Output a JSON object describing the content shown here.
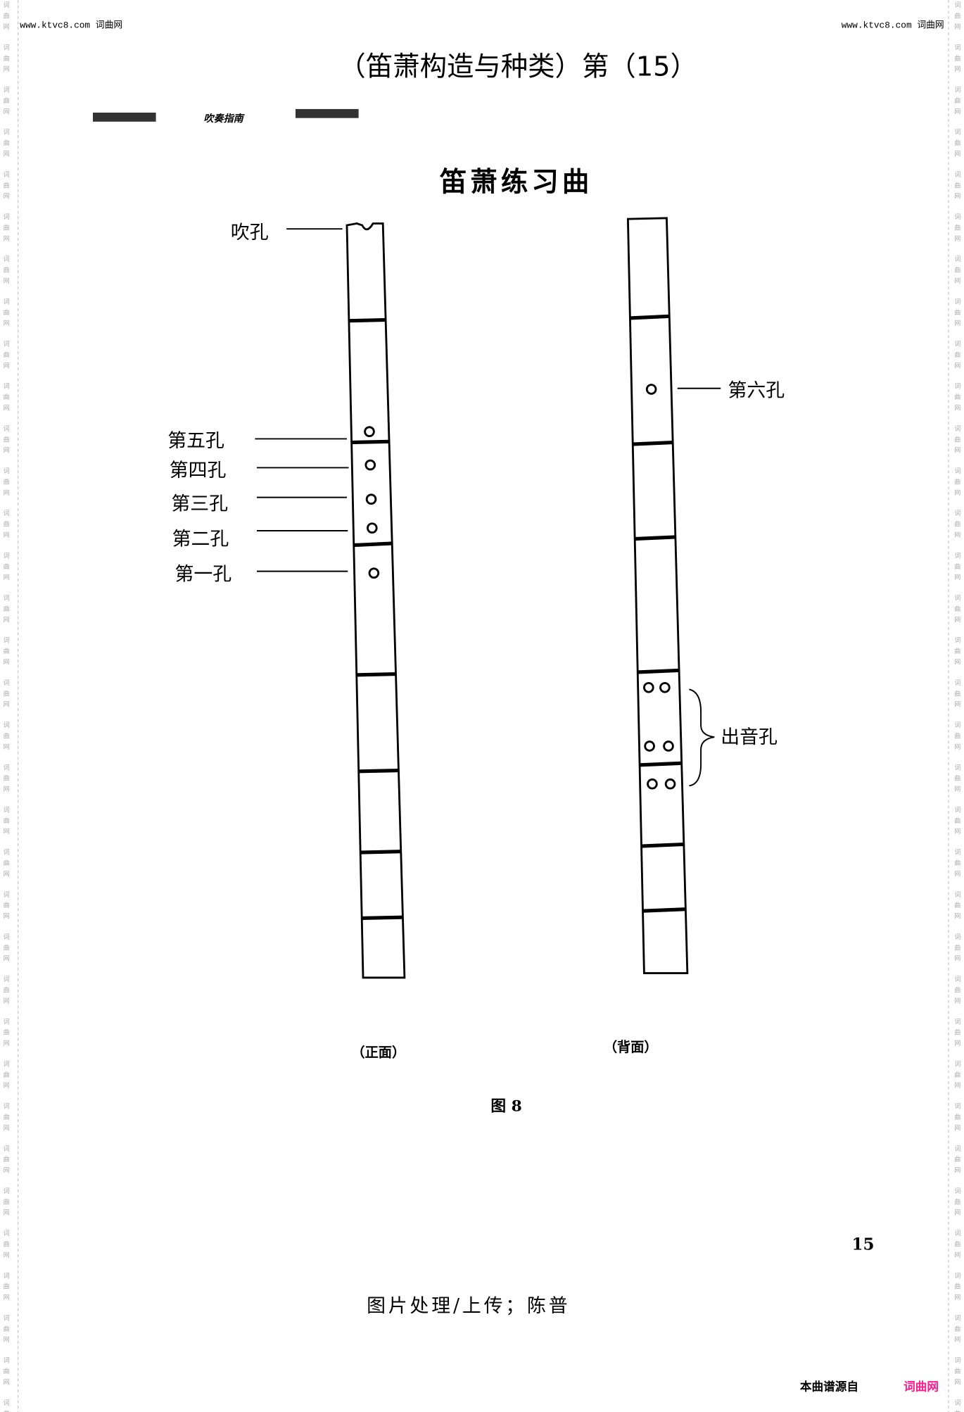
{
  "header": {
    "site_left": "www.ktvc8.com 词曲网",
    "site_right": "www.ktvc8.com 词曲网",
    "title": "（笛萧构造与种类）第（15）",
    "book_section": "吹奏指南"
  },
  "figure": {
    "heading": "笛萧练习曲",
    "front_labels": {
      "blow_hole": "吹孔",
      "hole5": "第五孔",
      "hole4": "第四孔",
      "hole3": "第三孔",
      "hole2": "第二孔",
      "hole1": "第一孔"
    },
    "back_labels": {
      "hole6": "第六孔",
      "sound_holes": "出音孔"
    },
    "front_caption": "（正面）",
    "back_caption": "（背面）",
    "figure_caption": "图 8"
  },
  "page_number": "15",
  "credit": "图片处理/上传；陈普",
  "footer": {
    "source_label": "本曲谱源自",
    "source_site": "词曲网",
    "source_color": "#ff1a8c"
  },
  "watermark": "词曲网"
}
